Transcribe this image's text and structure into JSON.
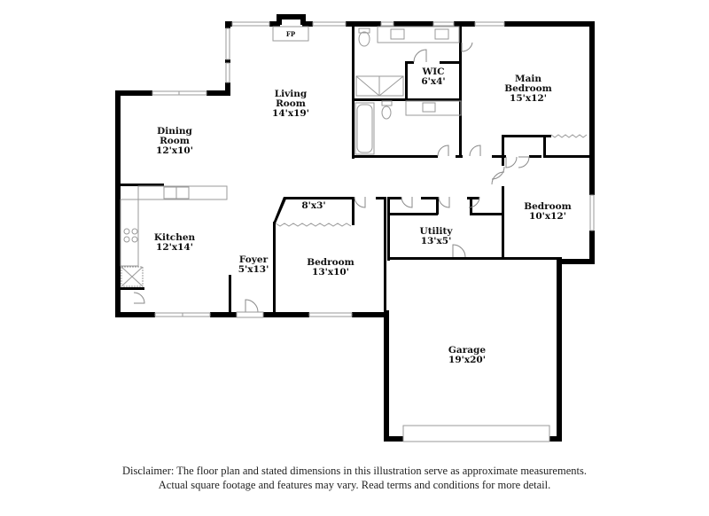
{
  "floorplan": {
    "rooms": [
      {
        "id": "living-room",
        "name_line1": "Living",
        "name_line2": "Room",
        "dimensions": "14'x19'"
      },
      {
        "id": "dining-room",
        "name_line1": "Dining",
        "name_line2": "Room",
        "dimensions": "12'x10'"
      },
      {
        "id": "kitchen",
        "name_line1": "Kitchen",
        "name_line2": "",
        "dimensions": "12'x14'"
      },
      {
        "id": "foyer",
        "name_line1": "Foyer",
        "name_line2": "",
        "dimensions": "5'x13'"
      },
      {
        "id": "bedroom-front",
        "name_line1": "Bedroom",
        "name_line2": "",
        "dimensions": "13'x10'"
      },
      {
        "id": "closet",
        "name_line1": "",
        "name_line2": "",
        "dimensions": "8'x3'"
      },
      {
        "id": "utility",
        "name_line1": "Utility",
        "name_line2": "",
        "dimensions": "13'x5'"
      },
      {
        "id": "bedroom-right",
        "name_line1": "Bedroom",
        "name_line2": "",
        "dimensions": "10'x12'"
      },
      {
        "id": "main-bedroom",
        "name_line1": "Main",
        "name_line2": "Bedroom",
        "dimensions": "15'x12'"
      },
      {
        "id": "wic",
        "name_line1": "WIC",
        "name_line2": "",
        "dimensions": "6'x4'"
      },
      {
        "id": "garage",
        "name_line1": "Garage",
        "name_line2": "",
        "dimensions": "19'x20'"
      }
    ],
    "fireplace_label": "FP"
  },
  "disclaimer": {
    "line1": "Disclaimer: The floor plan and stated dimensions in this illustration serve as approximate measurements.",
    "line2": "Actual square footage and features may vary. Read terms and conditions for more detail."
  }
}
